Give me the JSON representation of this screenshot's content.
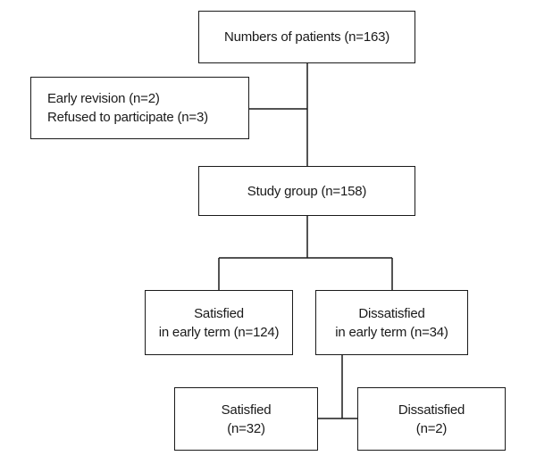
{
  "flowchart": {
    "enrolled": {
      "line1": "Numbers of patients (n=163)"
    },
    "excluded": {
      "line1": "Early revision (n=2)",
      "line2": "Refused to participate (n=3)"
    },
    "study_group": {
      "line1": "Study group (n=158)"
    },
    "satisfied_early": {
      "line1": "Satisfied",
      "line2": "in early term (n=124)"
    },
    "dissatisfied_early": {
      "line1": "Dissatisfied",
      "line2": "in early term (n=34)"
    },
    "later_satisfied": {
      "line1": "Satisfied",
      "line2": "(n=32)"
    },
    "later_dissatisfied": {
      "line1": "Dissatisfied",
      "line2": "(n=2)"
    }
  },
  "colors": {
    "line": "#1a1a1a",
    "box_border": "#1a1a1a",
    "background": "#ffffff"
  }
}
